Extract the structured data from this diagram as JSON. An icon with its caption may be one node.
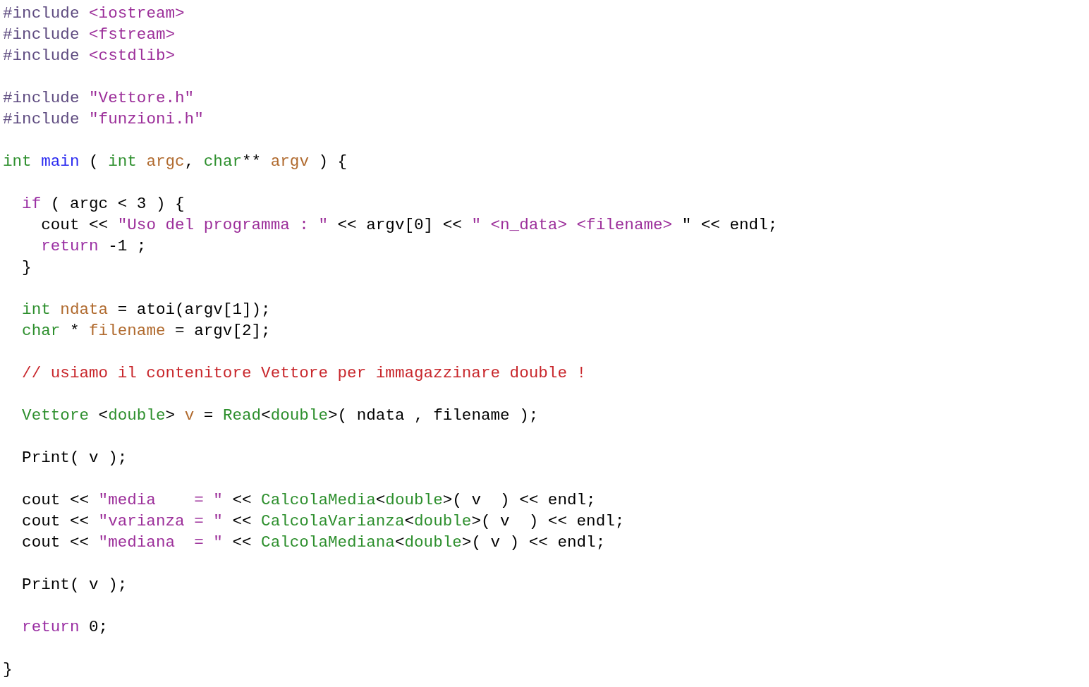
{
  "diagram": {
    "labels": [
      "#include <iostream>",
      "#include <fstream>",
      "#include <cstdlib>",
      "#include \"Vettore.h\"",
      "#include \"funzioni.h\"",
      "int main ( int argc, char** argv ) {",
      "if ( argc < 3 ) {",
      "cout << \"Uso del programma : \" << argv[0] << \" <n_data> <filename> \" << endl;",
      "return -1 ;",
      "}",
      "int ndata = atoi(argv[1]);",
      "char * filename = argv[2];",
      "// usiamo il contenitore Vettore per immagazzinare double !",
      "Vettore <double> v = Read<double>( ndata , filename );",
      "Print( v );",
      "cout << \"media    = \" << CalcolaMedia<double>( v  ) << endl;",
      "cout << \"varianza = \" << CalcolaVarianza<double>( v  ) << endl;",
      "cout << \"mediana  = \" << CalcolaMediana<double>( v ) << endl;",
      "Print( v );",
      "return 0;",
      "}"
    ]
  }
}
